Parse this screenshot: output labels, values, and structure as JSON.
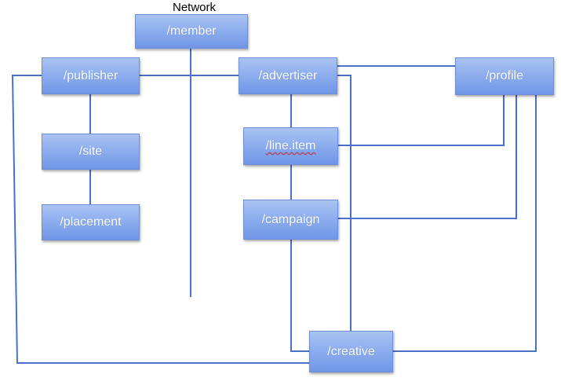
{
  "diagram": {
    "title": "Network",
    "nodes": {
      "member": "/member",
      "publisher": "/publisher",
      "advertiser": "/advertiser",
      "profile": "/profile",
      "site": "/site",
      "line_item": "/line.item",
      "placement": "/placement",
      "campaign": "/campaign",
      "creative": "/creative"
    },
    "colors": {
      "node_fill": "#8eaeee",
      "connector": "#4a70c8",
      "label_text": "#ffffff",
      "spellcheck_underline": "#d23030"
    }
  }
}
